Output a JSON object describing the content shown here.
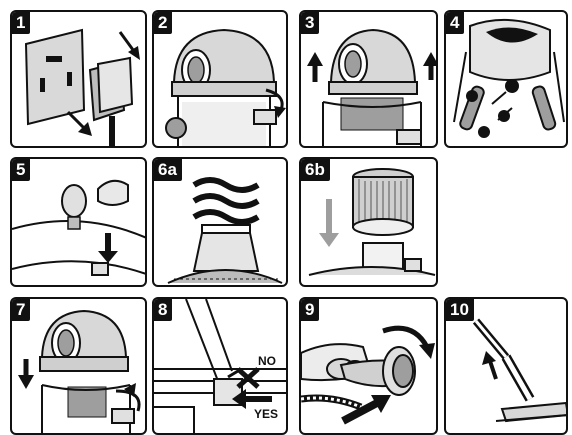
{
  "steps": [
    {
      "number": "1"
    },
    {
      "number": "2"
    },
    {
      "number": "3"
    },
    {
      "number": "4"
    },
    {
      "number": "5"
    },
    {
      "number": "6a"
    },
    {
      "number": "6b"
    },
    {
      "number": "7"
    },
    {
      "number": "8",
      "labels": {
        "no": "NO",
        "yes": "YES"
      }
    },
    {
      "number": "9"
    },
    {
      "number": "10"
    }
  ]
}
